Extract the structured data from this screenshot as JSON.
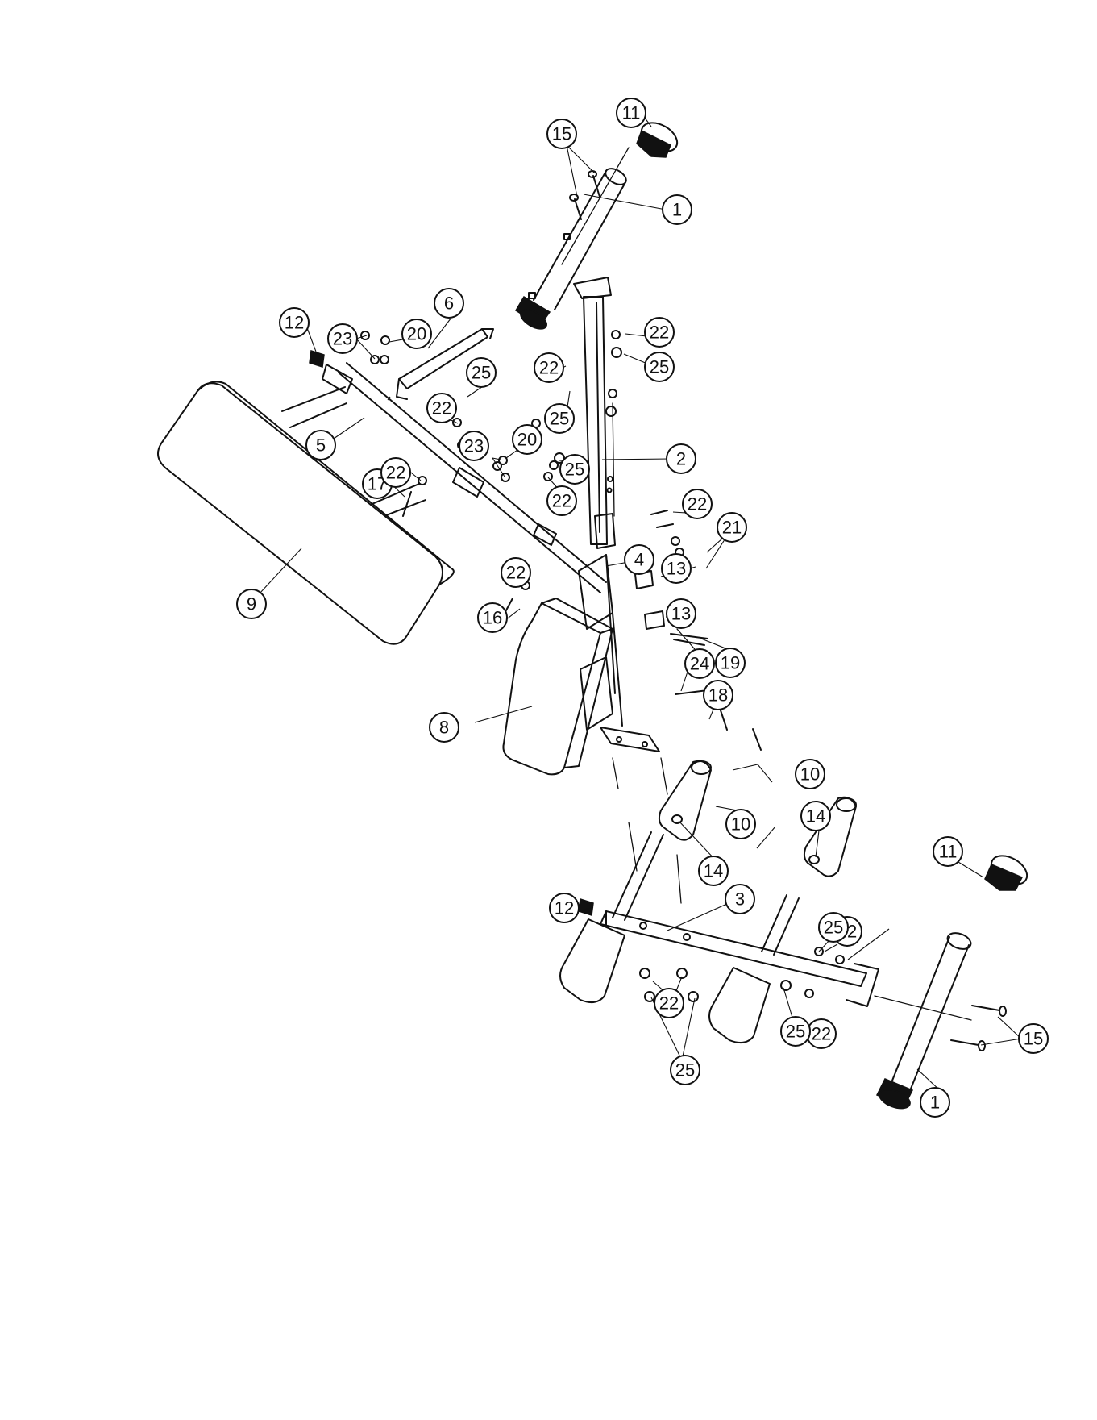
{
  "callouts": [
    {
      "label": "1"
    },
    {
      "label": "1"
    },
    {
      "label": "2"
    },
    {
      "label": "3"
    },
    {
      "label": "4"
    },
    {
      "label": "5"
    },
    {
      "label": "6"
    },
    {
      "label": "8"
    },
    {
      "label": "9"
    },
    {
      "label": "10"
    },
    {
      "label": "10"
    },
    {
      "label": "11"
    },
    {
      "label": "11"
    },
    {
      "label": "12"
    },
    {
      "label": "12"
    },
    {
      "label": "13"
    },
    {
      "label": "13"
    },
    {
      "label": "14"
    },
    {
      "label": "14"
    },
    {
      "label": "15"
    },
    {
      "label": "15"
    },
    {
      "label": "16"
    },
    {
      "label": "17"
    },
    {
      "label": "18"
    },
    {
      "label": "19"
    },
    {
      "label": "20"
    },
    {
      "label": "20"
    },
    {
      "label": "21"
    },
    {
      "label": "22"
    },
    {
      "label": "22"
    },
    {
      "label": "22"
    },
    {
      "label": "22"
    },
    {
      "label": "22"
    },
    {
      "label": "22"
    },
    {
      "label": "22"
    },
    {
      "label": "22"
    },
    {
      "label": "22"
    },
    {
      "label": "22"
    },
    {
      "label": "23"
    },
    {
      "label": "23"
    },
    {
      "label": "24"
    },
    {
      "label": "25"
    },
    {
      "label": "25"
    },
    {
      "label": "25"
    },
    {
      "label": "25"
    },
    {
      "label": "25"
    },
    {
      "label": "25"
    },
    {
      "label": "25"
    }
  ]
}
